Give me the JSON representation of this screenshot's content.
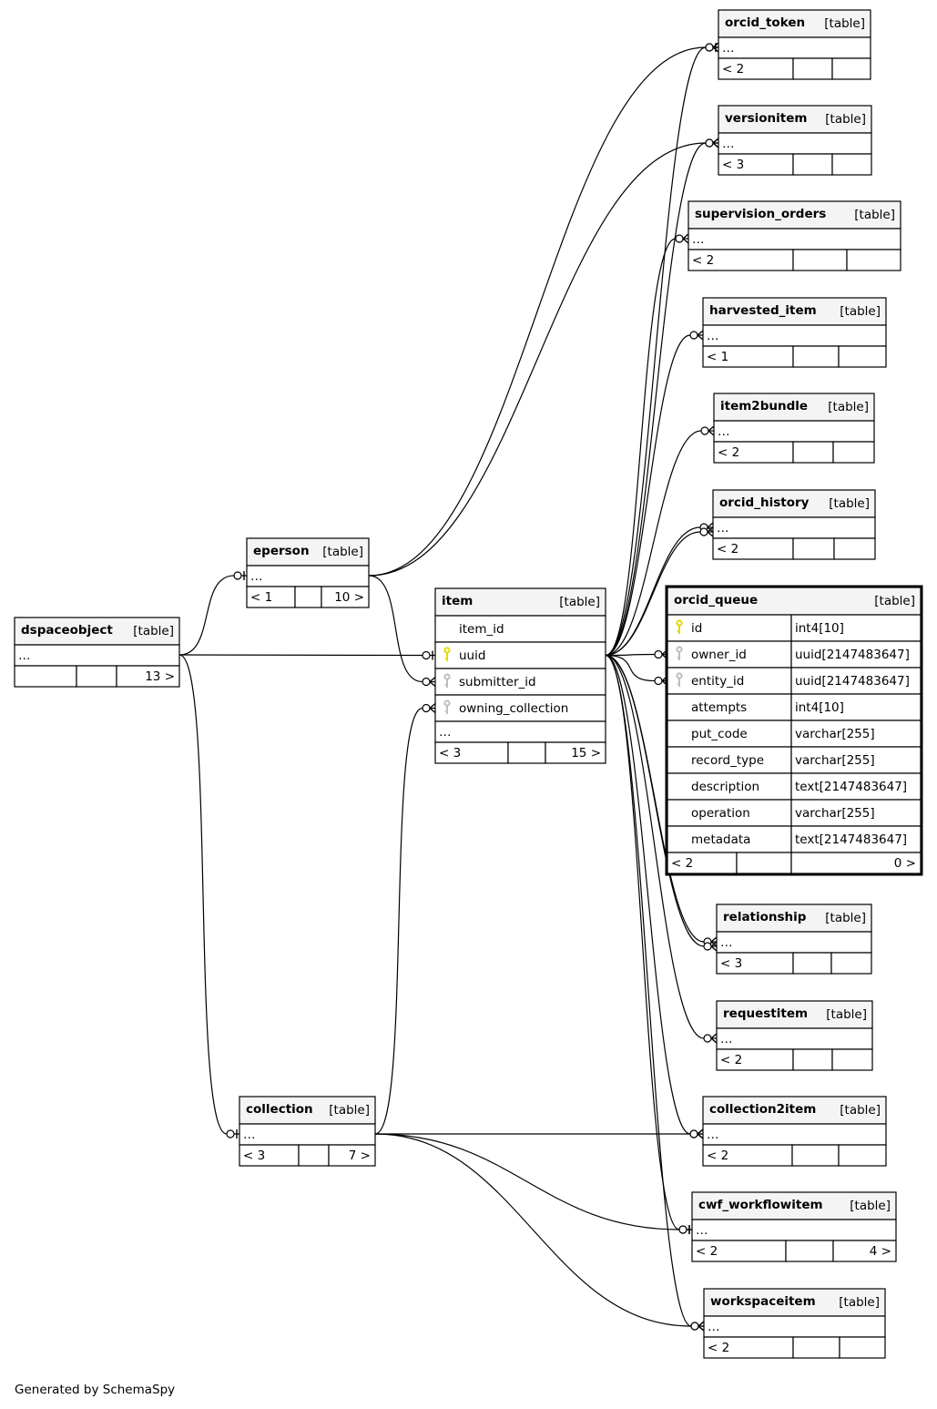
{
  "footer": "Generated by SchemaSpy",
  "focus_table": "orcid_queue",
  "tables": [
    {
      "id": "orcid_token",
      "name": "orcid_token",
      "kind": "[table]",
      "columns": [],
      "ellipsis": "…",
      "parents": "< 2",
      "children": ""
    },
    {
      "id": "versionitem",
      "name": "versionitem",
      "kind": "[table]",
      "columns": [],
      "ellipsis": "…",
      "parents": "< 3",
      "children": ""
    },
    {
      "id": "supervision_orders",
      "name": "supervision_orders",
      "kind": "[table]",
      "columns": [],
      "ellipsis": "…",
      "parents": "< 2",
      "children": ""
    },
    {
      "id": "harvested_item",
      "name": "harvested_item",
      "kind": "[table]",
      "columns": [],
      "ellipsis": "…",
      "parents": "< 1",
      "children": ""
    },
    {
      "id": "item2bundle",
      "name": "item2bundle",
      "kind": "[table]",
      "columns": [],
      "ellipsis": "…",
      "parents": "< 2",
      "children": ""
    },
    {
      "id": "orcid_history",
      "name": "orcid_history",
      "kind": "[table]",
      "columns": [],
      "ellipsis": "…",
      "parents": "< 2",
      "children": ""
    },
    {
      "id": "eperson",
      "name": "eperson",
      "kind": "[table]",
      "columns": [],
      "ellipsis": "…",
      "parents": "< 1",
      "children": "10 >"
    },
    {
      "id": "dspaceobject",
      "name": "dspaceobject",
      "kind": "[table]",
      "columns": [],
      "ellipsis": "…",
      "parents": "",
      "children": "13 >"
    },
    {
      "id": "item",
      "name": "item",
      "kind": "[table]",
      "columns": [
        {
          "name": "item_id",
          "key": "none",
          "type": ""
        },
        {
          "name": "uuid",
          "key": "primary",
          "type": ""
        },
        {
          "name": "submitter_id",
          "key": "foreign",
          "type": ""
        },
        {
          "name": "owning_collection",
          "key": "foreign",
          "type": ""
        }
      ],
      "ellipsis": "…",
      "parents": "< 3",
      "children": "15 >"
    },
    {
      "id": "orcid_queue",
      "name": "orcid_queue",
      "kind": "[table]",
      "columns": [
        {
          "name": "id",
          "key": "primary",
          "type": "int4[10]"
        },
        {
          "name": "owner_id",
          "key": "foreign",
          "type": "uuid[2147483647]"
        },
        {
          "name": "entity_id",
          "key": "foreign",
          "type": "uuid[2147483647]"
        },
        {
          "name": "attempts",
          "key": "none",
          "type": "int4[10]"
        },
        {
          "name": "put_code",
          "key": "none",
          "type": "varchar[255]"
        },
        {
          "name": "record_type",
          "key": "none",
          "type": "varchar[255]"
        },
        {
          "name": "description",
          "key": "none",
          "type": "text[2147483647]"
        },
        {
          "name": "operation",
          "key": "none",
          "type": "varchar[255]"
        },
        {
          "name": "metadata",
          "key": "none",
          "type": "text[2147483647]"
        }
      ],
      "ellipsis": "",
      "parents": "< 2",
      "children": "0 >"
    },
    {
      "id": "relationship",
      "name": "relationship",
      "kind": "[table]",
      "columns": [],
      "ellipsis": "…",
      "parents": "< 3",
      "children": ""
    },
    {
      "id": "requestitem",
      "name": "requestitem",
      "kind": "[table]",
      "columns": [],
      "ellipsis": "…",
      "parents": "< 2",
      "children": ""
    },
    {
      "id": "collection",
      "name": "collection",
      "kind": "[table]",
      "columns": [],
      "ellipsis": "…",
      "parents": "< 3",
      "children": "7 >"
    },
    {
      "id": "collection2item",
      "name": "collection2item",
      "kind": "[table]",
      "columns": [],
      "ellipsis": "…",
      "parents": "< 2",
      "children": ""
    },
    {
      "id": "cwf_workflowitem",
      "name": "cwf_workflowitem",
      "kind": "[table]",
      "columns": [],
      "ellipsis": "…",
      "parents": "< 2",
      "children": "4 >"
    },
    {
      "id": "workspaceitem",
      "name": "workspaceitem",
      "kind": "[table]",
      "columns": [],
      "ellipsis": "…",
      "parents": "< 2",
      "children": ""
    }
  ],
  "relationships": [
    {
      "from": "dspaceobject",
      "to": "eperson",
      "type": "one"
    },
    {
      "from": "dspaceobject",
      "to": "item",
      "type": "one"
    },
    {
      "from": "dspaceobject",
      "to": "collection",
      "type": "one"
    },
    {
      "from": "eperson",
      "to": "orcid_token",
      "type": "many"
    },
    {
      "from": "eperson",
      "to": "versionitem",
      "type": "many"
    },
    {
      "from": "eperson",
      "to": "item",
      "type": "many"
    },
    {
      "from": "collection",
      "to": "item",
      "type": "many"
    },
    {
      "from": "collection",
      "to": "collection2item",
      "type": "many"
    },
    {
      "from": "collection",
      "to": "cwf_workflowitem",
      "type": "one"
    },
    {
      "from": "collection",
      "to": "workspaceitem",
      "type": "many"
    },
    {
      "from": "item",
      "to": "orcid_token",
      "type": "one"
    },
    {
      "from": "item",
      "to": "versionitem",
      "type": "many"
    },
    {
      "from": "item",
      "to": "supervision_orders",
      "type": "many"
    },
    {
      "from": "item",
      "to": "harvested_item",
      "type": "many"
    },
    {
      "from": "item",
      "to": "item2bundle",
      "type": "many"
    },
    {
      "from": "item",
      "to": "orcid_history",
      "type": "many"
    },
    {
      "from": "item",
      "to": "orcid_history",
      "type": "many"
    },
    {
      "from": "item",
      "to": "orcid_queue",
      "type": "many"
    },
    {
      "from": "item",
      "to": "orcid_queue",
      "type": "many"
    },
    {
      "from": "item",
      "to": "relationship",
      "type": "many"
    },
    {
      "from": "item",
      "to": "relationship",
      "type": "many"
    },
    {
      "from": "item",
      "to": "requestitem",
      "type": "many"
    },
    {
      "from": "item",
      "to": "collection2item",
      "type": "many"
    },
    {
      "from": "item",
      "to": "cwf_workflowitem",
      "type": "one"
    },
    {
      "from": "item",
      "to": "workspaceitem",
      "type": "many"
    }
  ]
}
